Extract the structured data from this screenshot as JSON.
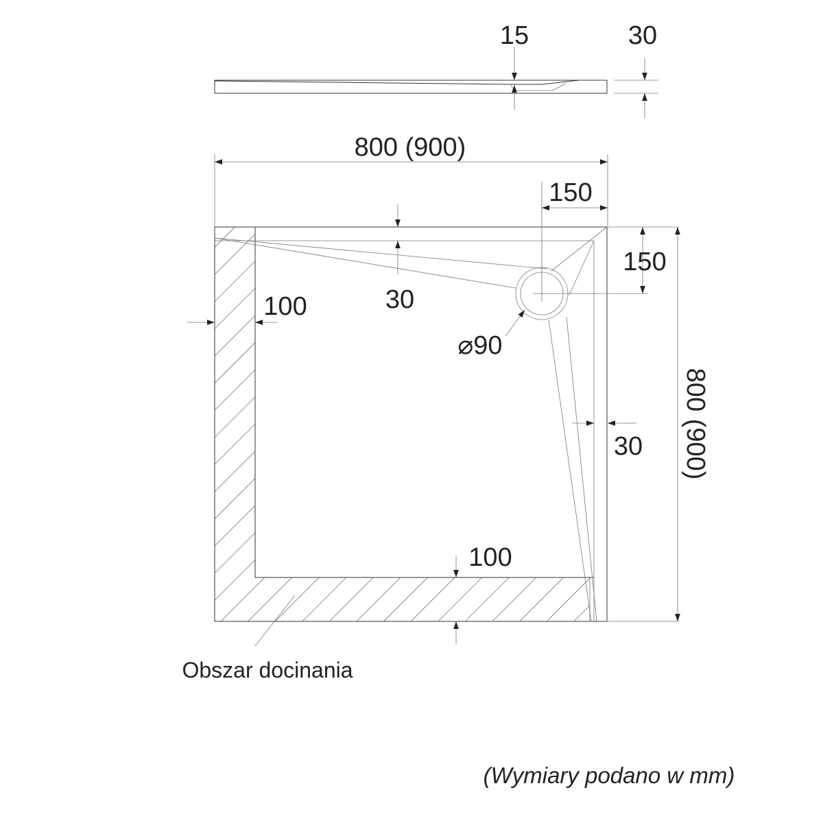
{
  "profile": {
    "drain_depth": "15",
    "height": "30"
  },
  "plan": {
    "width": "800 (900)",
    "length": "800 (900)",
    "drain_offset_x": "150",
    "drain_offset_y": "150",
    "rim_top": "30",
    "rim_right": "30",
    "cut_left": "100",
    "cut_bottom": "100",
    "drain_diameter": "⌀90"
  },
  "cut_area_label": "Obszar docinania",
  "units_note": "(Wymiary podano w mm)"
}
